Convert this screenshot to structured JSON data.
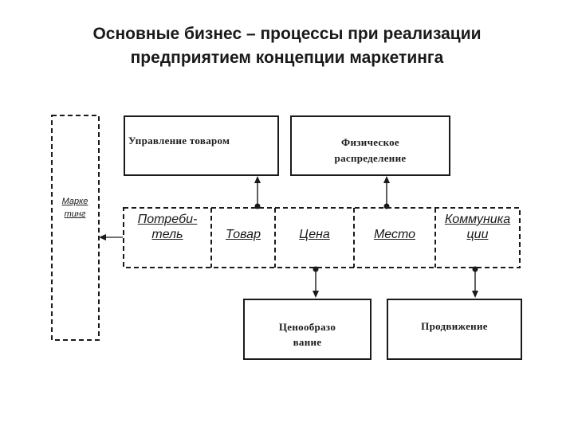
{
  "title": {
    "line1": "Основные бизнес – процессы при реализации",
    "line2": "предприятием концепции маркетинга"
  },
  "side": {
    "label_line1": "Марке",
    "label_line2": "тинг"
  },
  "top_boxes": {
    "product_management": "Управление товаром",
    "physical_distribution_line1": "Физическое",
    "physical_distribution_line2": "распределение"
  },
  "mix": {
    "consumer_line1": "Потреби-",
    "consumer_line2": "тель",
    "product": "Товар",
    "price": "Цена",
    "place": "Место",
    "communications_line1": "Коммуника",
    "communications_line2": "ции"
  },
  "bottom_boxes": {
    "pricing_line1": "Ценообразо",
    "pricing_line2": "вание",
    "promotion": "Продвижение"
  }
}
